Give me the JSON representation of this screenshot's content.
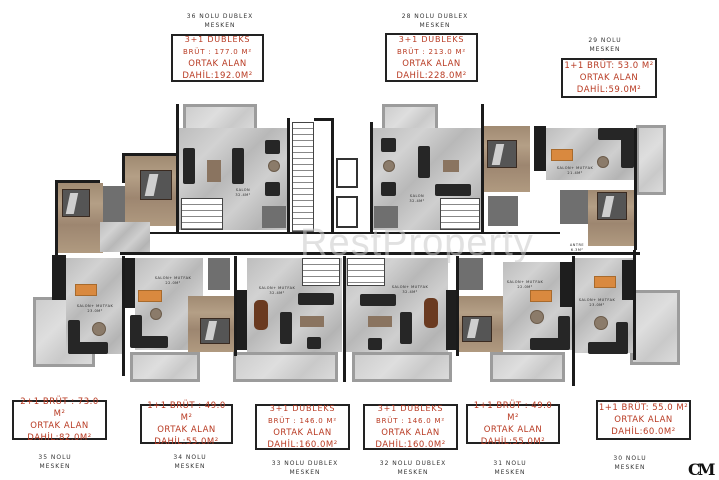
{
  "units_top": [
    {
      "id": "36",
      "caption_line1": "36 NOLU DUBLEX",
      "caption_line2": "MESKEN",
      "type": "3+1 DUBLEKS",
      "brut": "BRÜT : 177.0 M²",
      "ortak": "ORTAK ALAN",
      "dahil": "DAHİL:192.0M²"
    },
    {
      "id": "28",
      "caption_line1": "28 NOLU DUBLEX",
      "caption_line2": "MESKEN",
      "type": "3+1 DUBLEKS",
      "brut": "BRÜT : 213.0 M²",
      "ortak": "ORTAK ALAN",
      "dahil": "DAHİL:228.0M²"
    },
    {
      "id": "29",
      "caption_line1": "29 NOLU",
      "caption_line2": "MESKEN",
      "line1": "1+1 BRÜT: 53.0 M²",
      "ortak": "ORTAK ALAN",
      "dahil": "DAHİL:59.0M²"
    }
  ],
  "units_bottom": [
    {
      "id": "35",
      "caption_line1": "35 NOLU",
      "caption_line2": "MESKEN",
      "line1": "2+1 BRÜT : 73.0 M²",
      "ortak": "ORTAK ALAN",
      "dahil": "DAHİL:82.0M²"
    },
    {
      "id": "34",
      "caption_line1": "34 NOLU",
      "caption_line2": "MESKEN",
      "line1": "1+1 BRÜT : 49.0 M²",
      "ortak": "ORTAK ALAN",
      "dahil": "DAHİL:55.0M²"
    },
    {
      "id": "33",
      "caption_line1": "33 NOLU DUBLEX",
      "caption_line2": "MESKEN",
      "type": "3+1 DUBLEKS",
      "brut": "BRÜT : 146.0 M²",
      "ortak": "ORTAK ALAN",
      "dahil": "DAHİL:160.0M²"
    },
    {
      "id": "32",
      "caption_line1": "32 NOLU DUBLEX",
      "caption_line2": "MESKEN",
      "type": "3+1 DUBLEKS",
      "brut": "BRÜT : 146.0 M²",
      "ortak": "ORTAK ALAN",
      "dahil": "DAHİL:160.0M²"
    },
    {
      "id": "31",
      "caption_line1": "31 NOLU",
      "caption_line2": "MESKEN",
      "line1": "1+1 BRÜT : 49.0 M²",
      "ortak": "ORTAK ALAN",
      "dahil": "DAHİL:55.0M²"
    },
    {
      "id": "30",
      "caption_line1": "30 NOLU",
      "caption_line2": "MESKEN",
      "line1": "1+1 BRÜT: 55.0 M²",
      "ortak": "ORTAK ALAN",
      "dahil": "DAHİL:60.0M²"
    }
  ],
  "rooms": {
    "salon_36": {
      "name": "SALON",
      "area": "32.4M²"
    },
    "salon_28": {
      "name": "SALON",
      "area": "32.4M²"
    },
    "salon_mutfak_29": {
      "name": "SALON+ MUTFAK",
      "area": "21.4M²"
    },
    "antre_29": {
      "name": "ANTRE",
      "area": "6.3M²"
    },
    "salon_mutfak_35": {
      "name": "SALON+ MUTFAK",
      "area": "23.0M²"
    },
    "salon_mutfak_34": {
      "name": "SALON+ MUTFAK",
      "area": "22.0M²"
    },
    "salon_mutfak_33": {
      "name": "SALON+ MUTFAK",
      "area": "32.4M²"
    },
    "salon_mutfak_32": {
      "name": "SALON+ MUTFAK",
      "area": "32.4M²"
    },
    "salon_mutfak_31": {
      "name": "SALON+ MUTFAK",
      "area": "22.0M²"
    },
    "salon_mutfak_30": {
      "name": "SALON+ MUTFAK",
      "area": "23.0M²"
    }
  },
  "watermark": "RestProperty",
  "logo": "CM",
  "colors": {
    "area_text": "#b83a22",
    "wall": "#1b1b1b",
    "marble": "#c4c4c4",
    "wood": "#a89078"
  }
}
